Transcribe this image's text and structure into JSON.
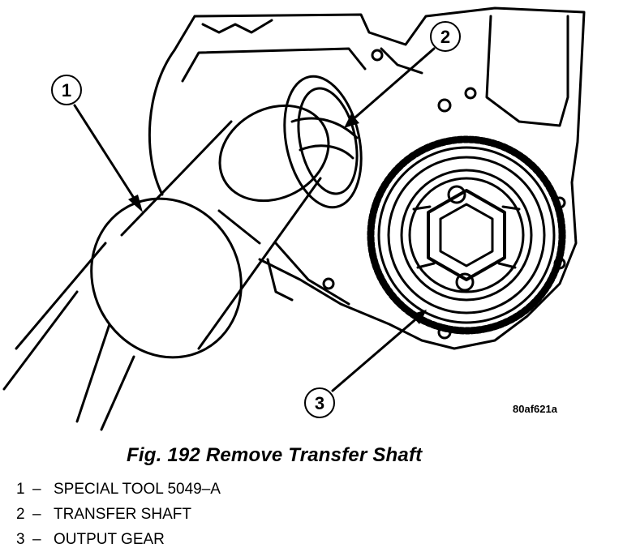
{
  "figure": {
    "code": "80af621a",
    "caption": "Fig. 192 Remove Transfer Shaft"
  },
  "callouts": [
    "1",
    "2",
    "3"
  ],
  "legend": [
    {
      "num": "1",
      "dash": "–",
      "label": "SPECIAL TOOL 5049–A"
    },
    {
      "num": "2",
      "dash": "–",
      "label": "TRANSFER SHAFT"
    },
    {
      "num": "3",
      "dash": "–",
      "label": "OUTPUT GEAR"
    }
  ]
}
